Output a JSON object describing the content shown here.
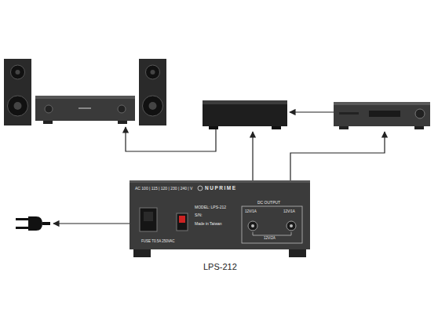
{
  "diagram": {
    "caption": "LPS-212",
    "labels": [
      "AC 100 | 115 | 120 | 230 | 240 | V",
      "NUPRIME",
      "MODEL: LPS-212",
      "S/N:",
      "Made in Taiwan",
      "FUSE T0.5A 250VAC",
      "DC OUTPUT",
      "12V/1A",
      "12V/1A",
      "12V/2A"
    ]
  }
}
